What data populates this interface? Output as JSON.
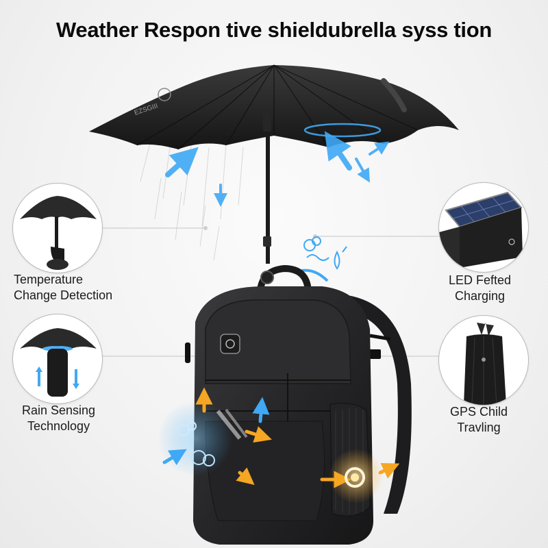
{
  "title": "Weather Respon tive shieldubrella syss tion",
  "features": {
    "top_left": {
      "line1": "Temperature",
      "line2": "Change Detection"
    },
    "bottom_left": {
      "line1": "Rain Sensing",
      "line2": "Technology"
    },
    "top_right": {
      "line1": "LED Fefted",
      "line2": "Charging"
    },
    "bottom_right": {
      "line1": "GPS Child",
      "line2": "Travling"
    }
  },
  "umbrella_canopy_text": "EZSGIII",
  "colors": {
    "accent_blue": "#3fa9f5",
    "accent_orange": "#f5a623",
    "product_black": "#1e1e1e"
  }
}
